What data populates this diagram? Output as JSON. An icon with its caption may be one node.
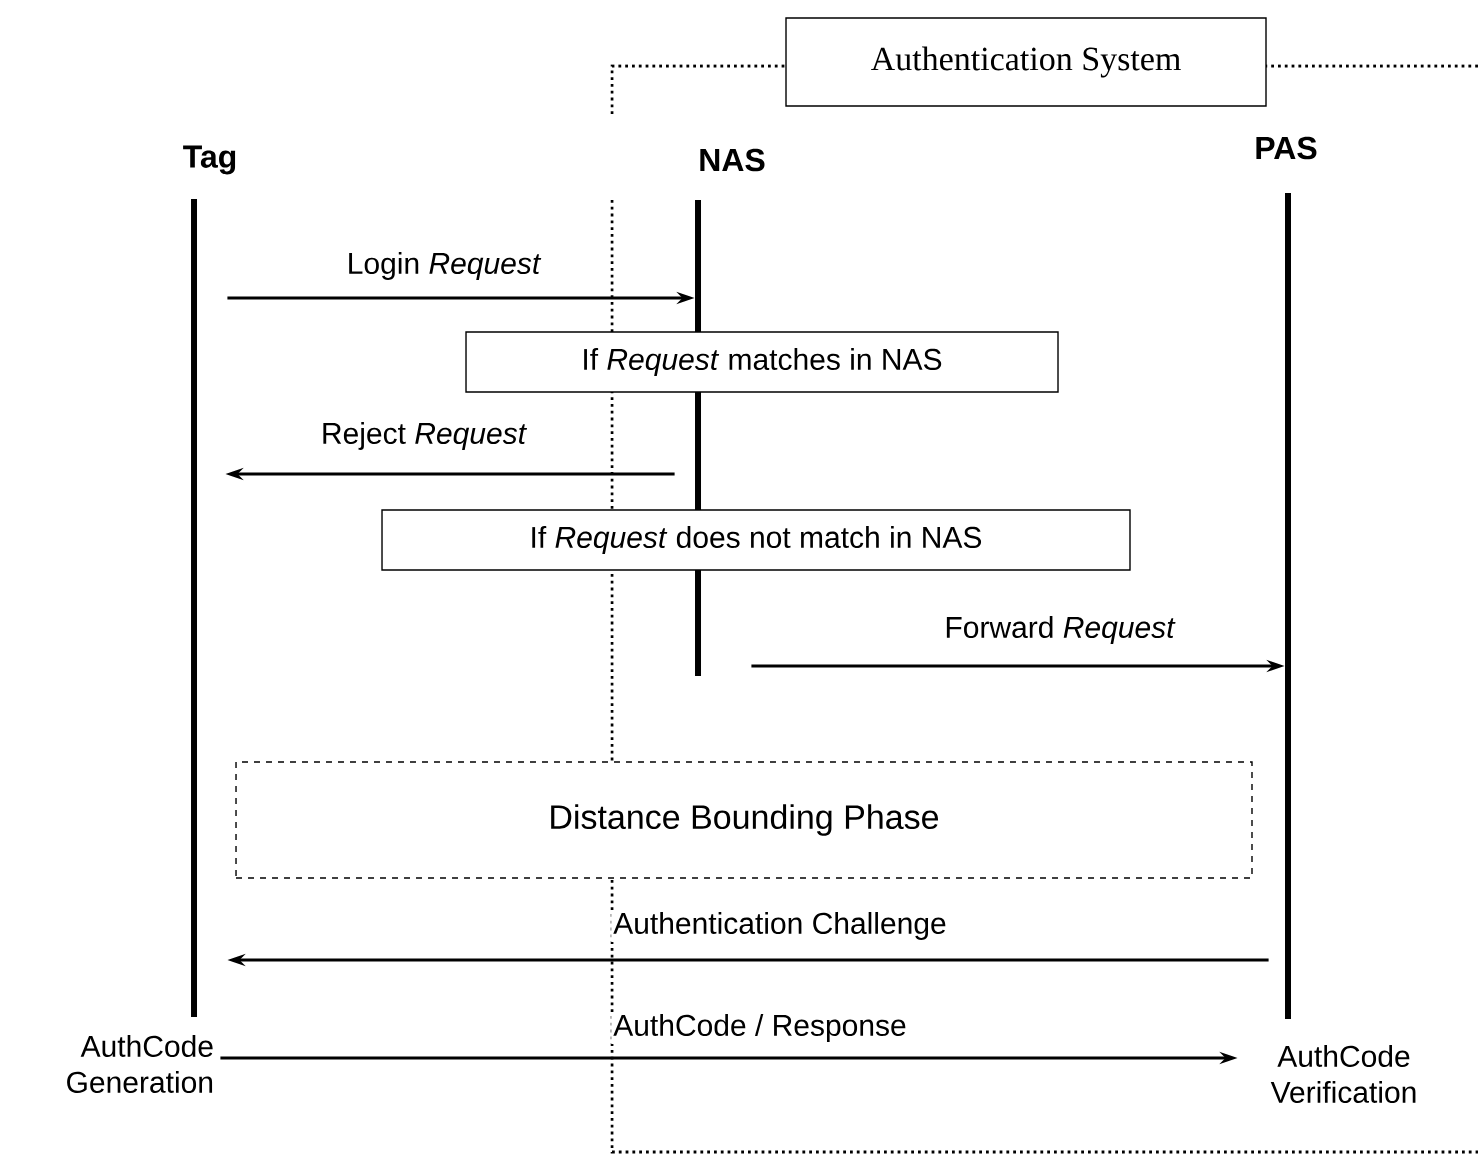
{
  "diagram": {
    "nodes": [
      {
        "text": [
          "Authentication System"
        ]
      },
      {
        "text": [
          "Tag"
        ]
      },
      {
        "text": [
          "NAS"
        ],
        "in": 0
      },
      {
        "text": [
          "PAS"
        ],
        "in": 0
      },
      {
        "text": [
          "If *Request*  matches in NAS"
        ]
      },
      {
        "text": [
          "If *Request* does not match in NAS"
        ]
      },
      {
        "text": [
          "Distance Bounding Phase"
        ]
      },
      {
        "text": [
          "AuthCode Generation"
        ]
      },
      {
        "text": [
          "AuthCode Verification"
        ],
        "in": 0
      }
    ],
    "edges": [
      {
        "from": 1,
        "to": 2,
        "arrow": "to",
        "label": "Login *Request*"
      },
      {
        "from": 2,
        "to": 1,
        "arrow": "to",
        "label": "Reject *Request*"
      },
      {
        "from": 2,
        "to": 3,
        "arrow": "to",
        "label": "Forward *Request*"
      },
      {
        "from": 3,
        "to": 1,
        "arrow": "to",
        "label": "Authentication Challenge"
      },
      {
        "from": 7,
        "to": 8,
        "arrow": "to",
        "label": "AuthCode / Response"
      }
    ]
  }
}
